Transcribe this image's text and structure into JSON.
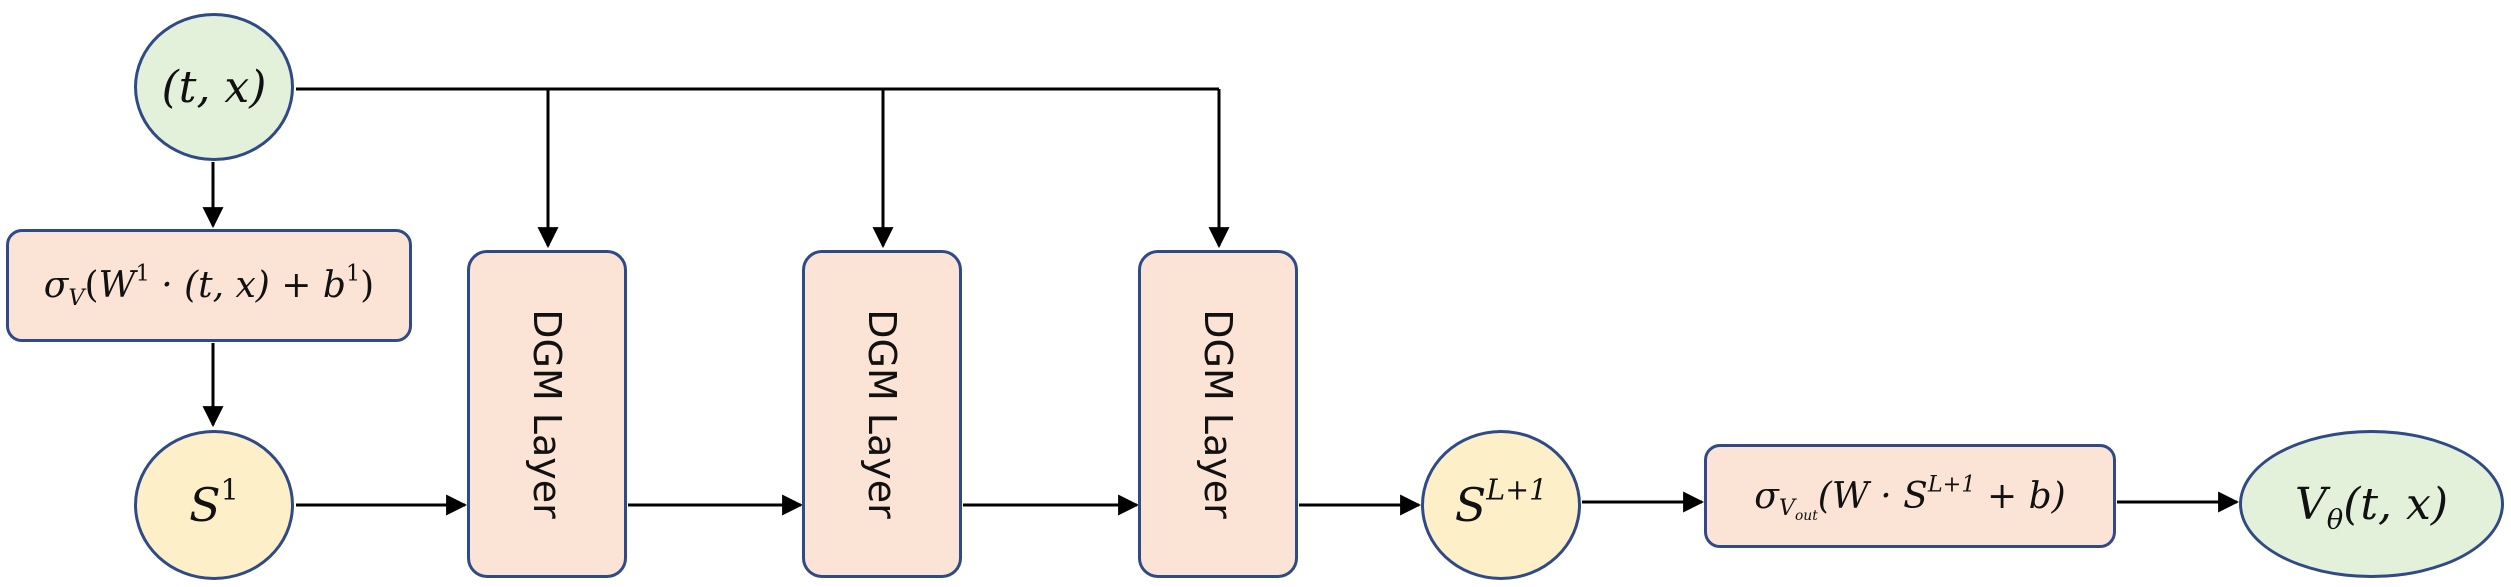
{
  "diagram": {
    "input_node": {
      "text": "(t, x)"
    },
    "first_transform": {
      "sigma": "σ",
      "sigma_sub": "V",
      "open": "(",
      "weight": "W",
      "weight_sup": "1",
      "middle": " · (t, x) + ",
      "bias": "b",
      "bias_sup": "1",
      "close": ")"
    },
    "state_first": {
      "base": "S",
      "sup": "1"
    },
    "layers": [
      {
        "label": "DGM Layer"
      },
      {
        "label": "DGM Layer"
      },
      {
        "label": "DGM Layer"
      }
    ],
    "state_last": {
      "base": "S",
      "sup": "L+1"
    },
    "output_transform": {
      "sigma": "σ",
      "sub_base": "V",
      "sub_sub": "out",
      "open": "(W · ",
      "state": "S",
      "state_sup": "L+1",
      "close": " + b)"
    },
    "output_node": {
      "base": "V",
      "sub": "θ",
      "args": "(t, x)"
    }
  },
  "colors": {
    "stroke": "#2f4a86",
    "green_fill": "#e3f0da",
    "yellow_fill": "#fdf0c8",
    "pink_fill": "#fbe4d6",
    "arrow": "#000000"
  }
}
